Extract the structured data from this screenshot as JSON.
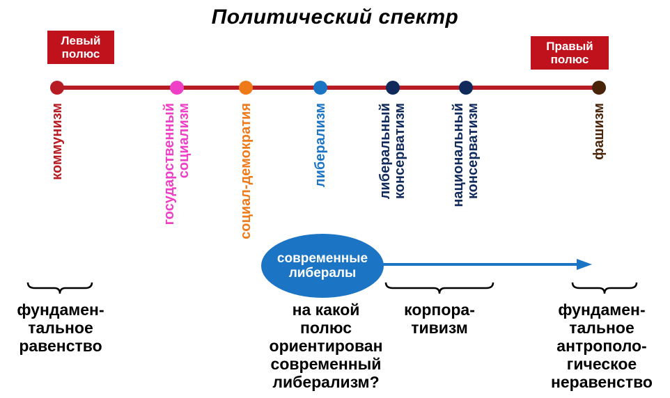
{
  "title": "Политический спектр",
  "poles": {
    "left": [
      "Левый",
      "полюс"
    ],
    "right": [
      "Правый",
      "полюс"
    ]
  },
  "spectrum": [
    {
      "lines": [
        "коммунизм"
      ],
      "color": "#b71c24"
    },
    {
      "lines": [
        "государственный",
        "социализм"
      ],
      "color": "#ee3fc6"
    },
    {
      "lines": [
        "социал-демократия"
      ],
      "color": "#ee7a1a"
    },
    {
      "lines": [
        "либерализм"
      ],
      "color": "#1c75c4"
    },
    {
      "lines": [
        "либеральный",
        "консерватизм"
      ],
      "color": "#102a5c"
    },
    {
      "lines": [
        "национальный",
        "консерватизм"
      ],
      "color": "#102a5c"
    },
    {
      "lines": [
        "фашизм"
      ],
      "color": "#4a2408"
    }
  ],
  "modern_liberals": [
    "современные",
    "либералы"
  ],
  "bottom": {
    "left": [
      "фундамен-",
      "тальное",
      "равенство"
    ],
    "center": [
      "на какой",
      "полюс",
      "ориентирован",
      "современный",
      "либерализм?"
    ],
    "corporatism": [
      "корпора-",
      "тивизм"
    ],
    "right": [
      "фундамен-",
      "тальное",
      "антрополо-",
      "гическое",
      "неравенство"
    ]
  }
}
